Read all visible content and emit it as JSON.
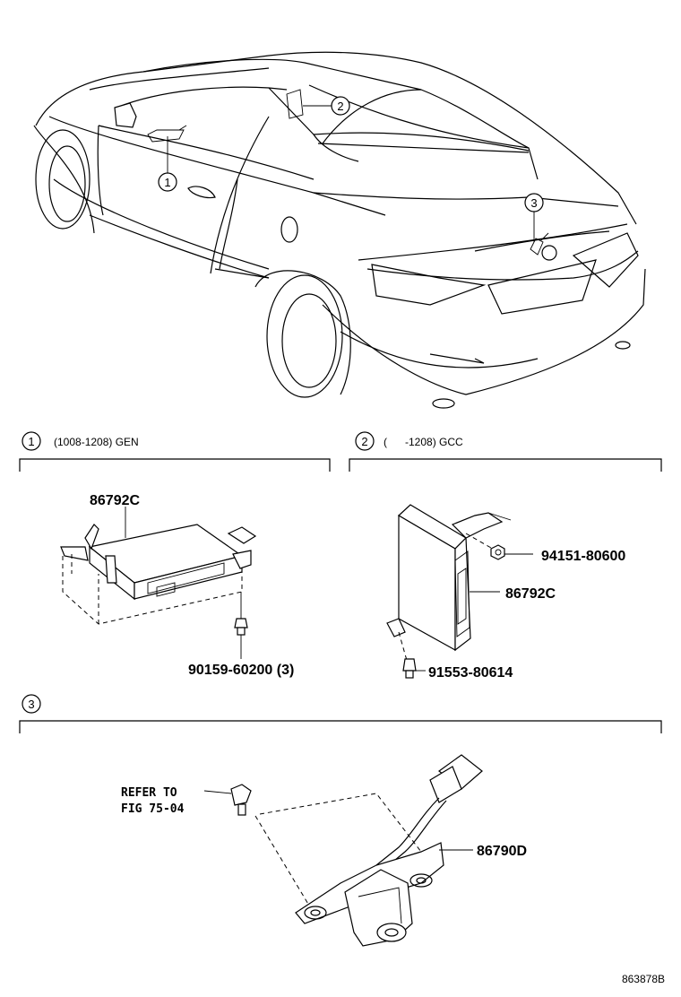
{
  "callouts": {
    "c1": "1",
    "c2": "2",
    "c3": "3"
  },
  "sections": {
    "s1": {
      "num": "1",
      "title": "(1008-1208) GEN"
    },
    "s2": {
      "num": "2",
      "title": "(      -1208) GCC"
    },
    "s3": {
      "num": "3"
    }
  },
  "parts": {
    "p1_ecu": "86792C",
    "p1_bolt": "90159-60200 (3)",
    "p2_nut": "94151-80600",
    "p2_ecu": "86792C",
    "p2_bolt": "91553-80614",
    "p3_camera": "86790D",
    "p3_refer_line1": "REFER TO",
    "p3_refer_line2": "FIG 75-04"
  },
  "figure_id": "863878B"
}
